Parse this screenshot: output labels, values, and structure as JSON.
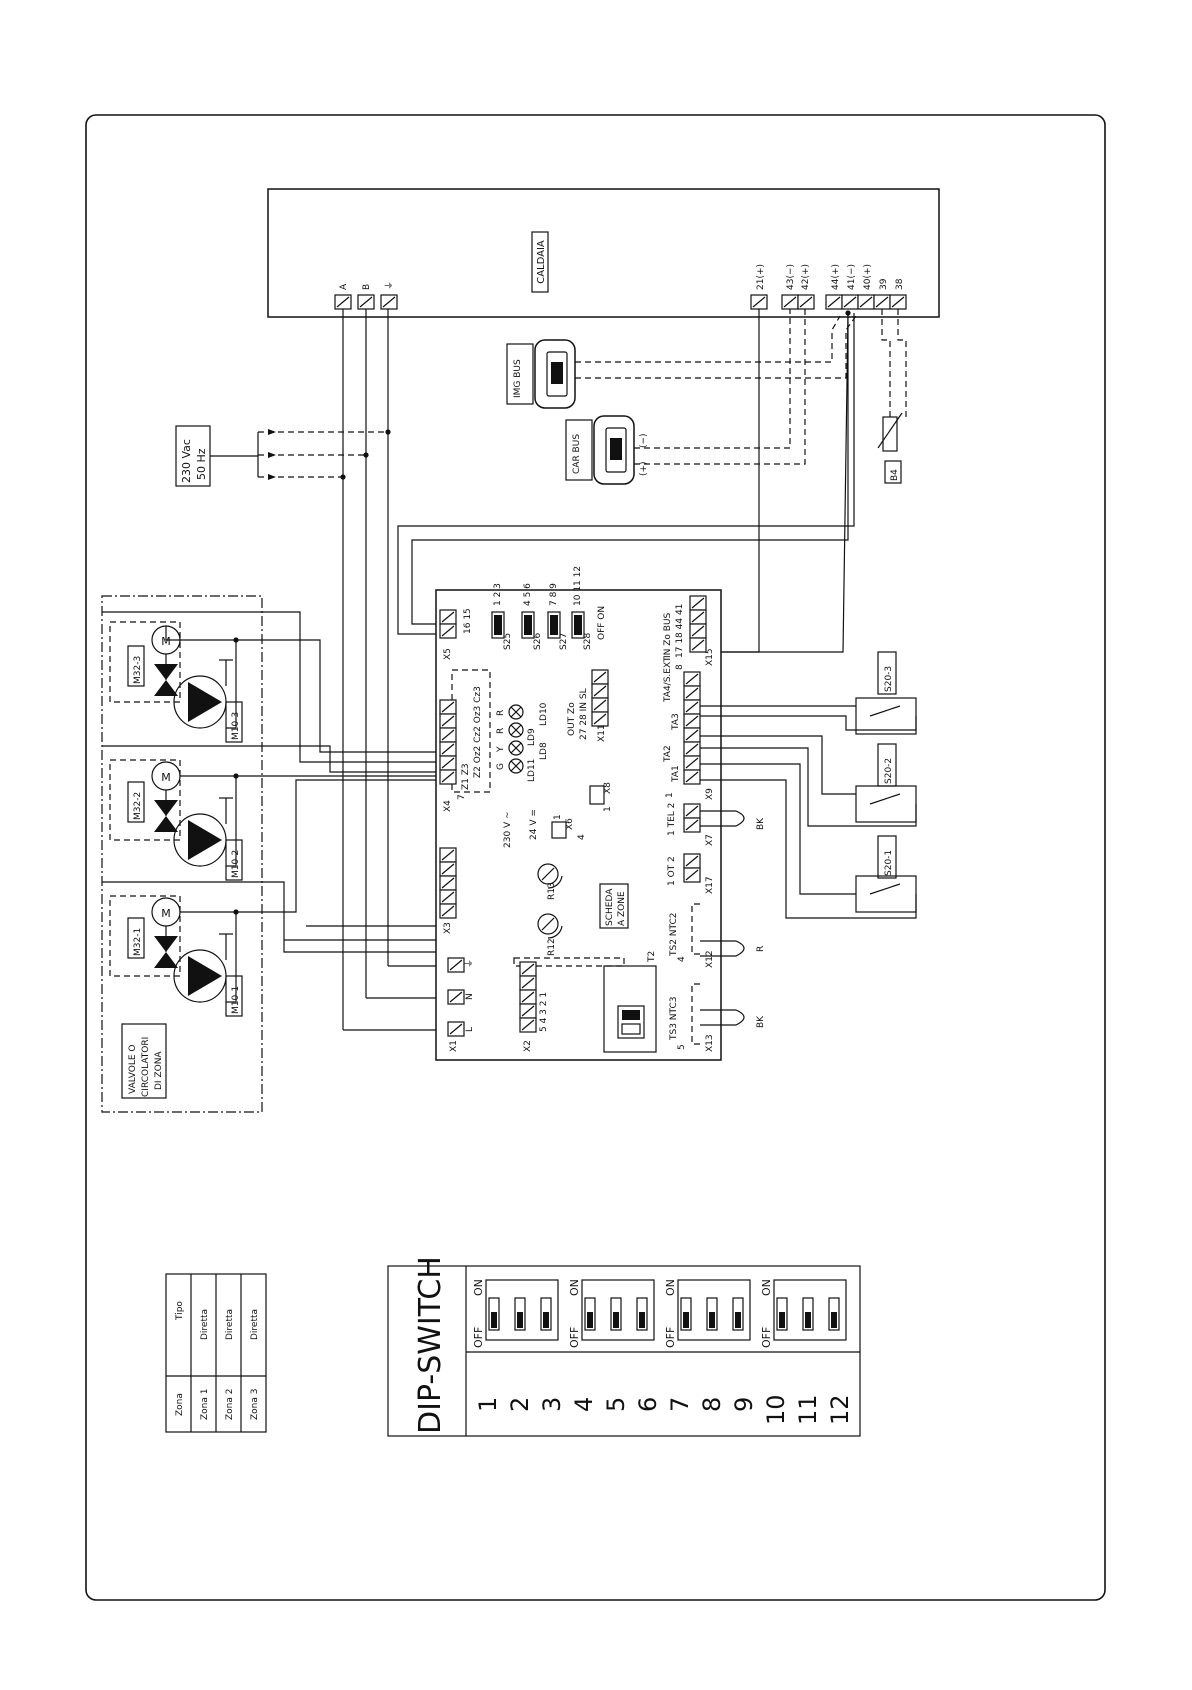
{
  "boiler": {
    "label": "CALDAIA"
  },
  "boiler_terminals": [
    "A",
    "B",
    "⏚",
    "21(+)",
    "43(−)",
    "42(+)",
    "44(+)",
    "41(−)",
    "40(+)",
    "39",
    "38"
  ],
  "supply": {
    "line1": "230 Vac",
    "line2": "50 Hz"
  },
  "devices": {
    "img_bus": "IMG BUS",
    "car_bus": "CAR BUS",
    "car_plus": "(+)",
    "car_minus": "(−)",
    "b4": "B4"
  },
  "zone_box": {
    "line1": "VALVOLE O",
    "line2": "CIRCOLATORI",
    "line3": "DI ZONA"
  },
  "zones": [
    {
      "valve": "M32-3",
      "pump": "M10-3"
    },
    {
      "valve": "M32-2",
      "pump": "M10-2"
    },
    {
      "valve": "M32-1",
      "pump": "M10-1"
    }
  ],
  "board": {
    "title1": "SCHEDA",
    "title2": "A ZONE",
    "v230": "230 V ~",
    "v24": "24 V =",
    "x5": {
      "name": "X5",
      "pins": "16 15"
    },
    "x4": {
      "name": "X4",
      "pins_a": "Z1 Z3",
      "pins_b": "Z2 Oz2 Cz2 Oz3 Cz3",
      "num": "7"
    },
    "x3": {
      "name": "X3"
    },
    "x2": {
      "name": "X2",
      "pins": "5 4 3 2 1"
    },
    "x1": {
      "name": "X1",
      "pins": [
        "L",
        "N",
        "⏚"
      ]
    },
    "x15": {
      "name": "X15",
      "line1": "IN Zo BUS",
      "line2": "17 18 44 41"
    },
    "x9": {
      "name": "X9",
      "labels": [
        "TA4/S.EXT",
        "TA3",
        "TA2",
        "TA1"
      ],
      "end1": "8",
      "end2": "1"
    },
    "x7": {
      "name": "X7",
      "label": "1 TEL 2"
    },
    "x17": {
      "name": "X17",
      "label": "1 OT 2"
    },
    "x12": {
      "name": "X12",
      "label": "TS2 NTC2",
      "pin": "4"
    },
    "x13": {
      "name": "X13",
      "label": "TS3 NTC3",
      "pin": "5"
    },
    "x11": {
      "name": "X11",
      "line1": "OUT Zo",
      "line2": "27 28 IN SL"
    },
    "x6": {
      "name": "X6",
      "p1": "1",
      "p4": "4"
    },
    "x8": {
      "name": "X8",
      "p1": "1"
    },
    "t2": "T2",
    "r12": "R12",
    "r13": "R13",
    "dips": [
      {
        "name": "S25",
        "nums": "1 2 3"
      },
      {
        "name": "S26",
        "nums": "4 5 6"
      },
      {
        "name": "S27",
        "nums": "7 8 9"
      },
      {
        "name": "S28",
        "nums": "10 11 12"
      }
    ],
    "offon": "OFF ON",
    "leds": [
      {
        "name": "LD11",
        "color": "G"
      },
      {
        "name": "LD8",
        "color": "Y"
      },
      {
        "name": "LD9",
        "color": "R"
      },
      {
        "name": "LD10",
        "color": "R"
      }
    ]
  },
  "sensors": [
    "S20-3",
    "S20-2",
    "S20-1"
  ],
  "cable_colors": {
    "x7": "BK",
    "x12": "R",
    "x13": "BK"
  },
  "zone_table": {
    "headers": [
      "Zona",
      "Tipo"
    ],
    "rows": [
      [
        "Zona 1",
        "Diretta"
      ],
      [
        "Zona 2",
        "Diretta"
      ],
      [
        "Zona 3",
        "Diretta"
      ]
    ]
  },
  "dip_panel": {
    "title": "DIP-SWITCH",
    "off": "OFF",
    "on": "ON",
    "numbers": [
      "1",
      "2",
      "3",
      "4",
      "5",
      "6",
      "7",
      "8",
      "9",
      "10",
      "11",
      "12"
    ],
    "states": [
      "OFF",
      "OFF",
      "OFF",
      "OFF",
      "OFF",
      "OFF",
      "OFF",
      "OFF",
      "OFF",
      "OFF",
      "OFF",
      "OFF"
    ]
  }
}
